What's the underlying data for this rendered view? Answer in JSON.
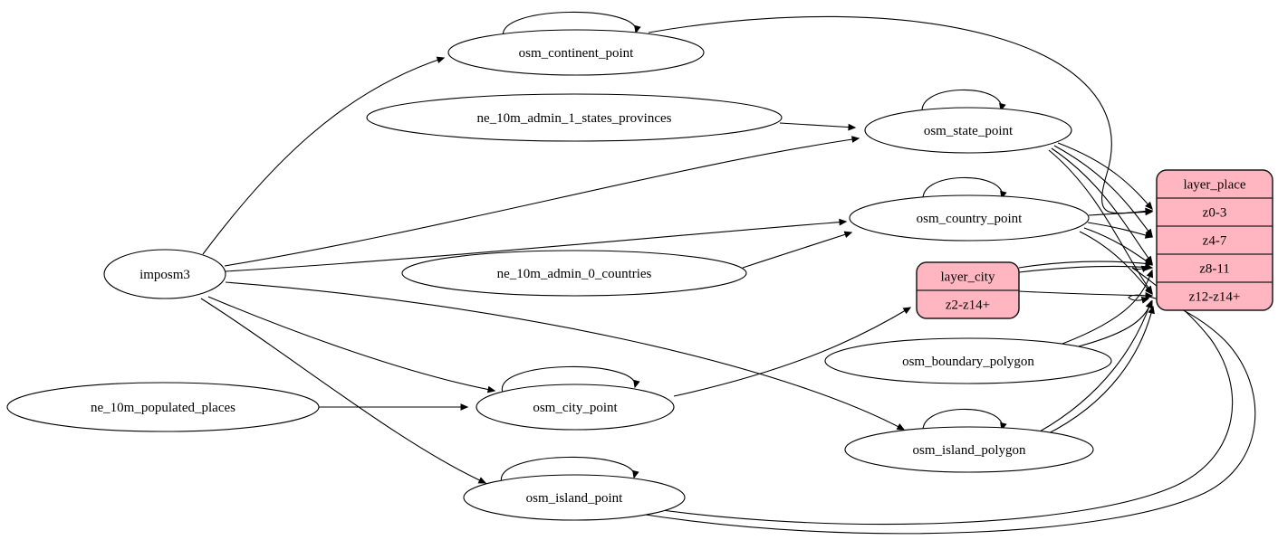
{
  "diagram": {
    "description": "ETL graph: imposm3 and Natural Earth sources feed OSM place tables which feed layer_place and layer_city zoom rows",
    "colors": {
      "background": "#ffffff",
      "node_fill": "#ffffff",
      "record_fill": "#ffb6c1",
      "stroke": "#000000"
    },
    "nodes": [
      {
        "id": "imposm3",
        "label": "imposm3",
        "shape": "ellipse"
      },
      {
        "id": "ne_10m_populated_places",
        "label": "ne_10m_populated_places",
        "shape": "ellipse"
      },
      {
        "id": "ne_10m_admin_1_states_provinces",
        "label": "ne_10m_admin_1_states_provinces",
        "shape": "ellipse"
      },
      {
        "id": "ne_10m_admin_0_countries",
        "label": "ne_10m_admin_0_countries",
        "shape": "ellipse"
      },
      {
        "id": "osm_continent_point",
        "label": "osm_continent_point",
        "shape": "ellipse"
      },
      {
        "id": "osm_state_point",
        "label": "osm_state_point",
        "shape": "ellipse"
      },
      {
        "id": "osm_country_point",
        "label": "osm_country_point",
        "shape": "ellipse"
      },
      {
        "id": "osm_city_point",
        "label": "osm_city_point",
        "shape": "ellipse"
      },
      {
        "id": "osm_island_point",
        "label": "osm_island_point",
        "shape": "ellipse"
      },
      {
        "id": "osm_boundary_polygon",
        "label": "osm_boundary_polygon",
        "shape": "ellipse"
      },
      {
        "id": "osm_island_polygon",
        "label": "osm_island_polygon",
        "shape": "ellipse"
      },
      {
        "id": "layer_city",
        "label": "layer_city",
        "shape": "record",
        "rows": [
          "z2-z14+"
        ]
      },
      {
        "id": "layer_place",
        "label": "layer_place",
        "shape": "record",
        "rows": [
          "z0-3",
          "z4-7",
          "z8-11",
          "z12-z14+"
        ]
      }
    ],
    "edges": [
      {
        "from": "imposm3",
        "to": "osm_continent_point"
      },
      {
        "from": "imposm3",
        "to": "osm_state_point"
      },
      {
        "from": "imposm3",
        "to": "osm_country_point"
      },
      {
        "from": "imposm3",
        "to": "osm_city_point"
      },
      {
        "from": "imposm3",
        "to": "osm_island_point"
      },
      {
        "from": "imposm3",
        "to": "osm_island_polygon"
      },
      {
        "from": "ne_10m_admin_1_states_provinces",
        "to": "osm_state_point"
      },
      {
        "from": "ne_10m_admin_0_countries",
        "to": "osm_country_point"
      },
      {
        "from": "ne_10m_populated_places",
        "to": "osm_city_point"
      },
      {
        "from": "osm_continent_point",
        "to": "osm_continent_point",
        "self": true
      },
      {
        "from": "osm_state_point",
        "to": "osm_state_point",
        "self": true
      },
      {
        "from": "osm_country_point",
        "to": "osm_country_point",
        "self": true
      },
      {
        "from": "osm_city_point",
        "to": "osm_city_point",
        "self": true
      },
      {
        "from": "osm_island_point",
        "to": "osm_island_point",
        "self": true
      },
      {
        "from": "osm_island_polygon",
        "to": "osm_island_polygon",
        "self": true
      },
      {
        "from": "osm_continent_point",
        "to": "layer_place:z0-3"
      },
      {
        "from": "osm_state_point",
        "to": "layer_place:z0-3"
      },
      {
        "from": "osm_state_point",
        "to": "layer_place:z4-7"
      },
      {
        "from": "osm_state_point",
        "to": "layer_place:z8-11"
      },
      {
        "from": "osm_state_point",
        "to": "layer_place:z12-z14+"
      },
      {
        "from": "osm_country_point",
        "to": "layer_place:z0-3"
      },
      {
        "from": "osm_country_point",
        "to": "layer_place:z4-7"
      },
      {
        "from": "osm_country_point",
        "to": "layer_place:z8-11"
      },
      {
        "from": "osm_country_point",
        "to": "layer_place:z12-z14+"
      },
      {
        "from": "osm_city_point",
        "to": "layer_city:z2-z14+"
      },
      {
        "from": "layer_city",
        "to": "layer_place:z8-11"
      },
      {
        "from": "layer_city",
        "to": "layer_place:z12-z14+"
      },
      {
        "from": "osm_boundary_polygon",
        "to": "layer_place:z8-11"
      },
      {
        "from": "osm_boundary_polygon",
        "to": "layer_place:z12-z14+"
      },
      {
        "from": "osm_island_polygon",
        "to": "layer_place:z12-z14+"
      },
      {
        "from": "osm_island_point",
        "to": "layer_place:z8-11"
      },
      {
        "from": "osm_island_point",
        "to": "layer_place:z12-z14+"
      }
    ]
  }
}
